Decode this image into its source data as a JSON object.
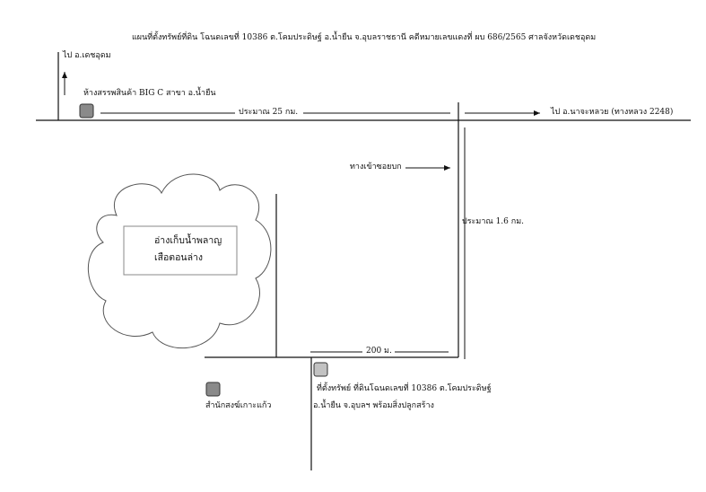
{
  "title": "แผนที่ตั้งทรัพย์ที่ดิน โฉนดเลขที่ 10386 ต.โคมประดิษฐ์ อ.น้ำยืน จ.อุบลราชธานี คดีหมายเลขแดงที่ ผบ 686/2565 ศาลจังหวัดเดชอุดม",
  "labels": {
    "to_det_udom": "ไป อ.เดชอุดม",
    "big_c": "ห้างสรรพสินค้า BIG C สาขา อ.น้ำยืน",
    "distance_25km": "ประมาณ 25 กม.",
    "to_najaluai": "ไป อ.นาจะหลวย (ทางหลวง 2248)",
    "entrance": "ทางเข้าซอยบก",
    "distance_16km": "ประมาณ 1.6 กม.",
    "reservoir_line1": "อ่างเก็บน้ำพลาญ",
    "reservoir_line2": "เสือตอนล่าง",
    "distance_200m": "200 ม.",
    "property_line1": "ที่ตั้งทรัพย์ ที่ดินโฉนดเลขที่ 10386 ต.โคมประดิษฐ์",
    "property_line2": "อ.น้ำยืน จ.อุบลฯ พร้อมสิ่งปลูกสร้าง",
    "monastery": "สำนักสงฆ์เกาะแก้ว"
  },
  "colors": {
    "landmark_dark": "#8a8a8a",
    "landmark_light": "#c2c2c2",
    "line": "#111111"
  }
}
